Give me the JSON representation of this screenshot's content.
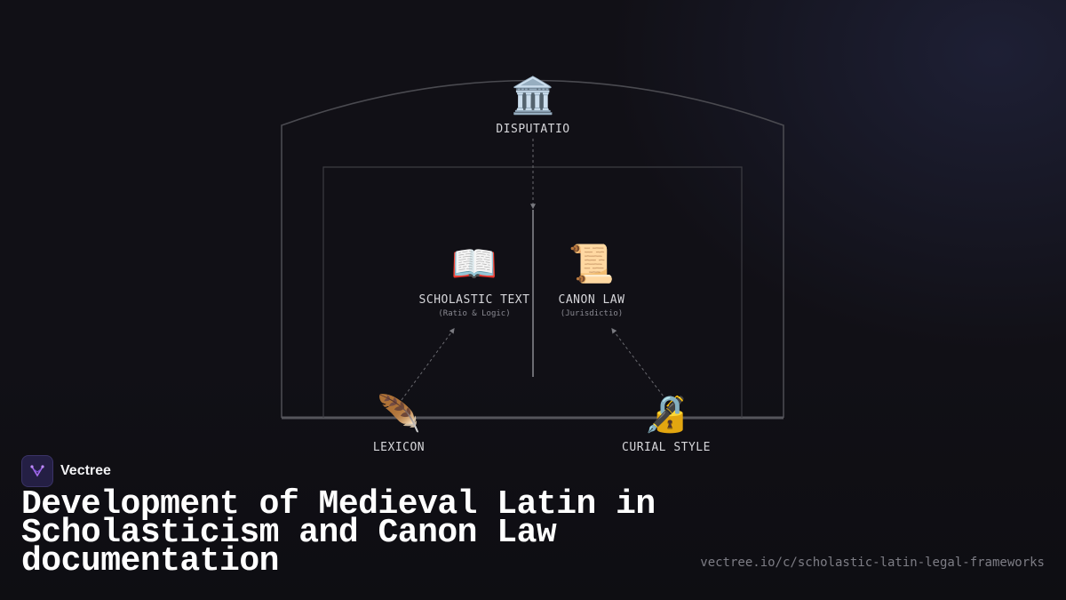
{
  "nodes": {
    "disputatio": {
      "icon": "🏛️",
      "label": "DISPUTATIO"
    },
    "scholastic": {
      "icon": "📖",
      "label": "SCHOLASTIC TEXT",
      "sub": "(Ratio & Logic)"
    },
    "canon": {
      "icon": "📜",
      "label": "CANON LAW",
      "sub": "(Jurisdictio)"
    },
    "lexicon": {
      "icon": "🪶",
      "label": "LEXICON"
    },
    "curial": {
      "icon": "🔏",
      "label": "CURIAL STYLE"
    }
  },
  "brand": {
    "name": "Vectree"
  },
  "title": "Development of Medieval Latin in Scholasticism and Canon Law documentation",
  "url": "vectree.io/c/scholastic-latin-legal-frameworks",
  "colors": {
    "background": "#111016",
    "brand_logo": "#241f44",
    "brand_accent": "#a66cf0"
  }
}
